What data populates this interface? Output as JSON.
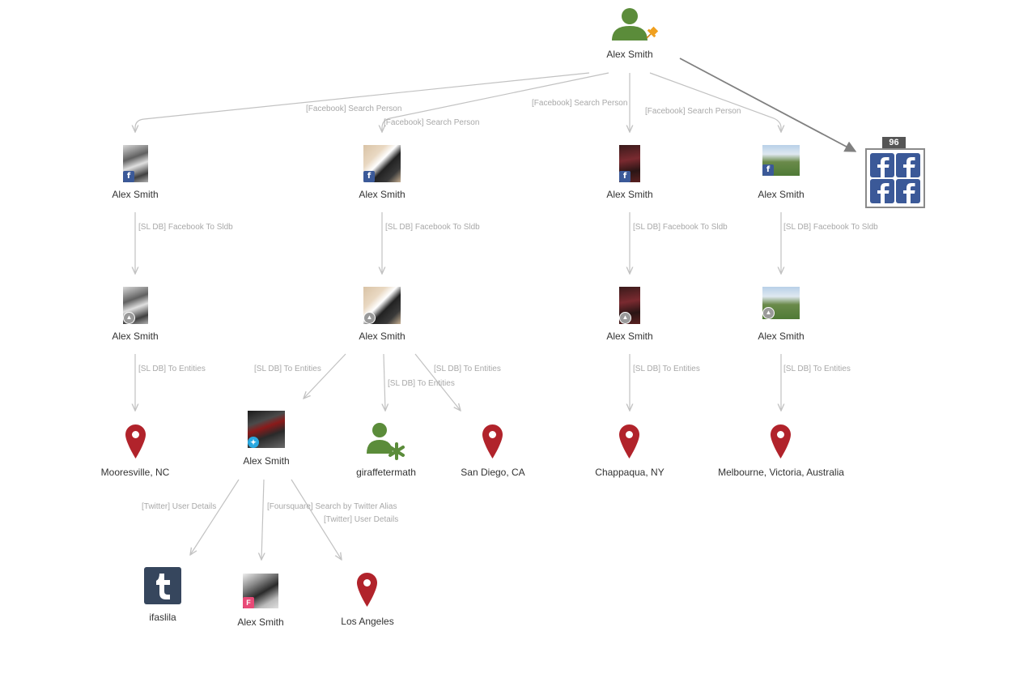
{
  "colors": {
    "edge": "#c2c2c2",
    "edge_dark": "#808080",
    "person_icon": "#5b8c3a",
    "pin": "#b1232b",
    "facebook": "#3b5998",
    "twitter": "#29a8e0",
    "tumblr": "#36465d",
    "foursquare": "#e84a77",
    "pin_accent": "#f0a020"
  },
  "nodes": {
    "root": {
      "label": "Alex Smith",
      "icon": "person-pinned-icon"
    },
    "fb1": {
      "label": "Alex Smith",
      "icon": "facebook-badge-icon"
    },
    "fb2": {
      "label": "Alex Smith",
      "icon": "facebook-badge-icon"
    },
    "fb3": {
      "label": "Alex Smith",
      "icon": "facebook-badge-icon"
    },
    "fb4": {
      "label": "Alex Smith",
      "icon": "facebook-badge-icon"
    },
    "fb_group": {
      "count": "96",
      "icon": "facebook-group-icon"
    },
    "db1": {
      "label": "Alex Smith",
      "icon": "sldb-badge-icon"
    },
    "db2": {
      "label": "Alex Smith",
      "icon": "sldb-badge-icon"
    },
    "db3": {
      "label": "Alex Smith",
      "icon": "sldb-badge-icon"
    },
    "db4": {
      "label": "Alex Smith",
      "icon": "sldb-badge-icon"
    },
    "loc_mooresville": {
      "label": "Mooresville, NC",
      "icon": "location-pin-icon"
    },
    "tw1": {
      "label": "Alex Smith",
      "icon": "twitter-badge-icon"
    },
    "alias": {
      "label": "giraffetermath",
      "icon": "person-alias-icon"
    },
    "loc_sandiego": {
      "label": "San Diego, CA",
      "icon": "location-pin-icon"
    },
    "loc_chappaqua": {
      "label": "Chappaqua, NY",
      "icon": "location-pin-icon"
    },
    "loc_melbourne": {
      "label": "Melbourne, Victoria, Australia",
      "icon": "location-pin-icon"
    },
    "tumblr": {
      "label": "ifaslila",
      "icon": "tumblr-icon"
    },
    "fsq": {
      "label": "Alex Smith",
      "icon": "foursquare-badge-icon"
    },
    "loc_la": {
      "label": "Los Angeles",
      "icon": "location-pin-icon"
    }
  },
  "edge_labels": {
    "fb_search_1": "[Facebook] Search Person",
    "fb_search_2": "[Facebook] Search Person",
    "fb_search_3": "[Facebook] Search Person",
    "fb_search_4": "[Facebook] Search Person",
    "sldb_1": "[SL DB] Facebook To Sldb",
    "sldb_2": "[SL DB] Facebook To Sldb",
    "sldb_3": "[SL DB] Facebook To Sldb",
    "sldb_4": "[SL DB] Facebook To Sldb",
    "ent_1": "[SL DB] To Entities",
    "ent_2a": "[SL DB] To Entities",
    "ent_2b": "[SL DB] To Entities",
    "ent_2c": "[SL DB] To Entities",
    "ent_3": "[SL DB] To Entities",
    "ent_4": "[SL DB] To Entities",
    "tw_details_1": "[Twitter] User Details",
    "fsq_search": "[Foursquare] Search by Twitter Alias",
    "tw_details_2": "[Twitter] User Details"
  }
}
